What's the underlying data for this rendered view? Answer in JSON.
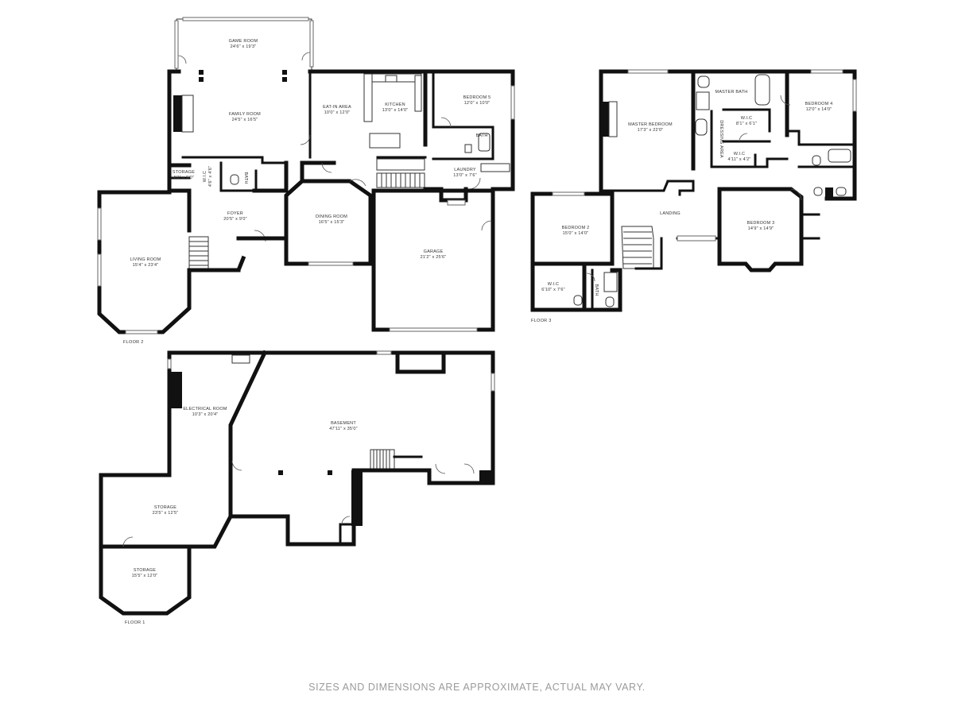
{
  "floors": [
    {
      "id": "floor2",
      "label": "FLOOR 2"
    },
    {
      "id": "floor3",
      "label": "FLOOR 3"
    },
    {
      "id": "floor1",
      "label": "FLOOR 1"
    }
  ],
  "rooms": {
    "game_room": {
      "name": "GAME ROOM",
      "size": "24'6\" x 19'3\""
    },
    "family_room": {
      "name": "FAMILY ROOM",
      "size": "24'5\" x 16'5\""
    },
    "eat_in_area": {
      "name": "EAT-IN AREA",
      "size": "10'0\" x 12'0\""
    },
    "kitchen": {
      "name": "KITCHEN",
      "size": "13'0\" x 14'0\""
    },
    "bedroom5": {
      "name": "BEDROOM 5",
      "size": "12'0\" x 10'0\""
    },
    "bath_f2": {
      "name": "BATH",
      "size": ""
    },
    "bath_small_f2": {
      "name": "BATH",
      "size": ""
    },
    "laundry": {
      "name": "LAUNDRY",
      "size": "13'0\" x 7'6\""
    },
    "storage_f2": {
      "name": "STORAGE",
      "size": "4'3\" x 5'0\""
    },
    "wic_f2": {
      "name": "W.I.C",
      "size": "4'6\" x 4'6\""
    },
    "foyer": {
      "name": "FOYER",
      "size": "20'5\" x 9'0\""
    },
    "living_room": {
      "name": "LIVING ROOM",
      "size": "15'4\" x 23'4\""
    },
    "dining_room": {
      "name": "DINING ROOM",
      "size": "16'5\" x 15'3\""
    },
    "garage": {
      "name": "GARAGE",
      "size": "21'2\" x 25'6\""
    },
    "master_bedroom": {
      "name": "MASTER BEDROOM",
      "size": "17'3\" x 22'0\""
    },
    "master_bath": {
      "name": "MASTER BATH",
      "size": ""
    },
    "dressing_area": {
      "name": "DRESSING AREA",
      "size": ""
    },
    "wic_a": {
      "name": "W.I.C",
      "size": "8'1\" x 6'1\""
    },
    "wic_b": {
      "name": "W.I.C",
      "size": "4'11\" x 4'2\""
    },
    "bedroom4": {
      "name": "BEDROOM 4",
      "size": "12'0\" x 14'0\""
    },
    "landing": {
      "name": "LANDING",
      "size": ""
    },
    "bedroom3": {
      "name": "BEDROOM 3",
      "size": "14'9\" x 14'9\""
    },
    "bedroom2": {
      "name": "BEDROOM 2",
      "size": "15'0\" x 14'0\""
    },
    "wic_f3": {
      "name": "W.I.C",
      "size": "6'10\" x 7'6\""
    },
    "bath_f3": {
      "name": "BATH",
      "size": ""
    },
    "electrical_room": {
      "name": "ELECTRICAL ROOM",
      "size": "10'3\" x 20'4\""
    },
    "basement": {
      "name": "BASEMENT",
      "size": "47'11\" x 35'0\""
    },
    "storage_a": {
      "name": "STORAGE",
      "size": "23'5\" x 12'5\""
    },
    "storage_b": {
      "name": "STORAGE",
      "size": "15'5\" x 12'0\""
    }
  },
  "disclaimer": "SIZES AND DIMENSIONS ARE APPROXIMATE, ACTUAL MAY VARY."
}
